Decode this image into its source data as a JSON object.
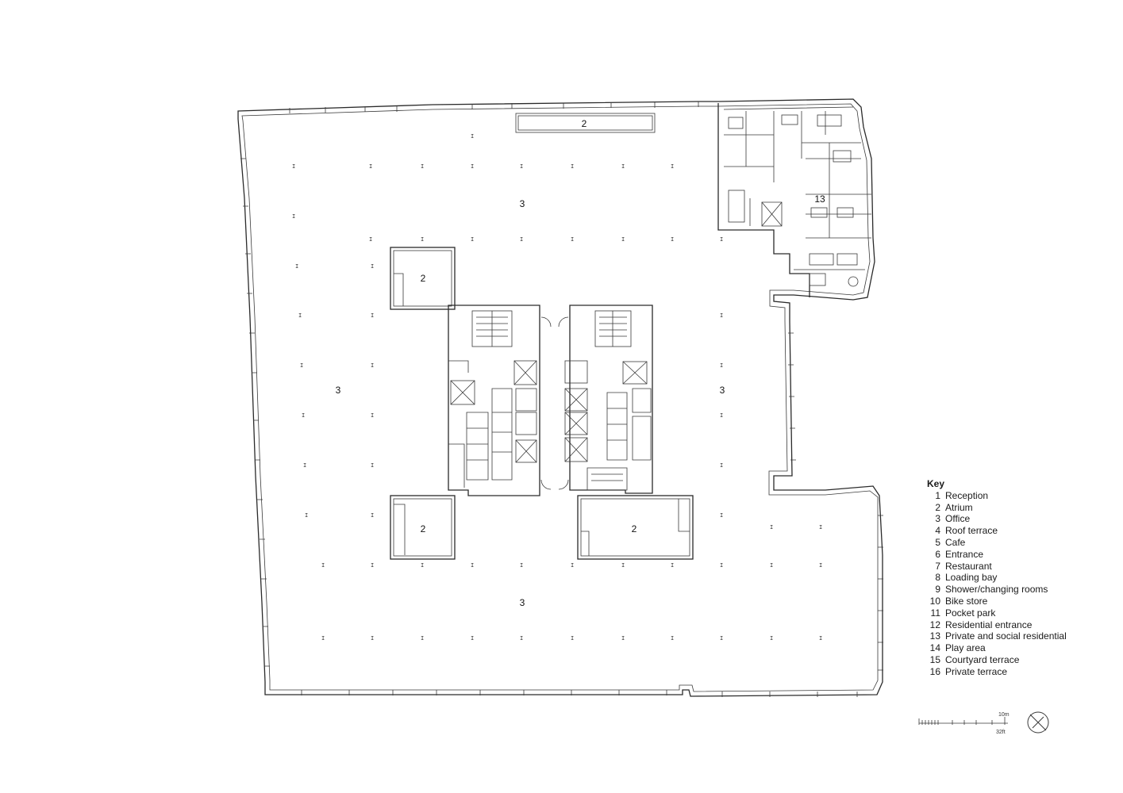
{
  "rooms": [
    {
      "label": "2"
    },
    {
      "label": "3"
    },
    {
      "label": "13"
    },
    {
      "label": "2"
    },
    {
      "label": "3"
    },
    {
      "label": "3"
    },
    {
      "label": "2"
    },
    {
      "label": "2"
    },
    {
      "label": "3"
    }
  ],
  "key": {
    "title": "Key",
    "items": [
      {
        "num": "1",
        "label": "Reception"
      },
      {
        "num": "2",
        "label": "Atrium"
      },
      {
        "num": "3",
        "label": "Office"
      },
      {
        "num": "4",
        "label": "Roof terrace"
      },
      {
        "num": "5",
        "label": "Cafe"
      },
      {
        "num": "6",
        "label": "Entrance"
      },
      {
        "num": "7",
        "label": "Restaurant"
      },
      {
        "num": "8",
        "label": "Loading bay"
      },
      {
        "num": "9",
        "label": "Shower/changing rooms"
      },
      {
        "num": "10",
        "label": "Bike store"
      },
      {
        "num": "11",
        "label": "Pocket park"
      },
      {
        "num": "12",
        "label": "Residential entrance"
      },
      {
        "num": "13",
        "label": "Private and social residential"
      },
      {
        "num": "14",
        "label": "Play area"
      },
      {
        "num": "15",
        "label": "Courtyard terrace"
      },
      {
        "num": "16",
        "label": "Private terrace"
      }
    ]
  },
  "scale": {
    "metric": "10m",
    "imperial": "32ft"
  },
  "icons": {
    "north": "north-arrow-icon",
    "column": "column-marker-icon"
  }
}
